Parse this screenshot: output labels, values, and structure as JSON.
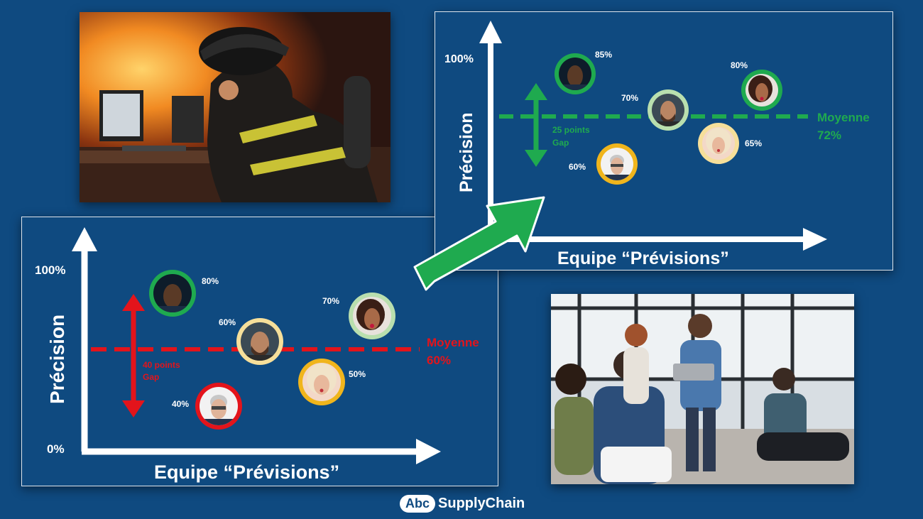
{
  "top_chart": {
    "y_top_label": "100%",
    "y_axis_label": "Précision",
    "x_axis_label": "Equipe “Prévisions”",
    "avg_label": "Moyenne",
    "avg_value": "72%",
    "gap_line1": "25 points",
    "gap_line2": "Gap",
    "accent_color": "#1faa4f",
    "points": [
      {
        "pct": "85%",
        "ring": "#1faa4f"
      },
      {
        "pct": "70%",
        "ring": "#b9dfae"
      },
      {
        "pct": "80%",
        "ring": "#1faa4f"
      },
      {
        "pct": "65%",
        "ring": "#f6df9a"
      },
      {
        "pct": "60%",
        "ring": "#f0b51c"
      }
    ]
  },
  "bottom_chart": {
    "y_top_label": "100%",
    "y_bottom_label": "0%",
    "y_axis_label": "Précision",
    "x_axis_label": "Equipe “Prévisions”",
    "avg_label": "Moyenne",
    "avg_value": "60%",
    "gap_line1": "40 points",
    "gap_line2": "Gap",
    "accent_color": "#e3141b",
    "points": [
      {
        "pct": "80%",
        "ring": "#1faa4f"
      },
      {
        "pct": "60%",
        "ring": "#f6df9a"
      },
      {
        "pct": "70%",
        "ring": "#b9dfae"
      },
      {
        "pct": "50%",
        "ring": "#f0b51c"
      },
      {
        "pct": "40%",
        "ring": "#e3141b"
      }
    ]
  },
  "logo": {
    "badge": "Abc",
    "text": "SupplyChain"
  }
}
